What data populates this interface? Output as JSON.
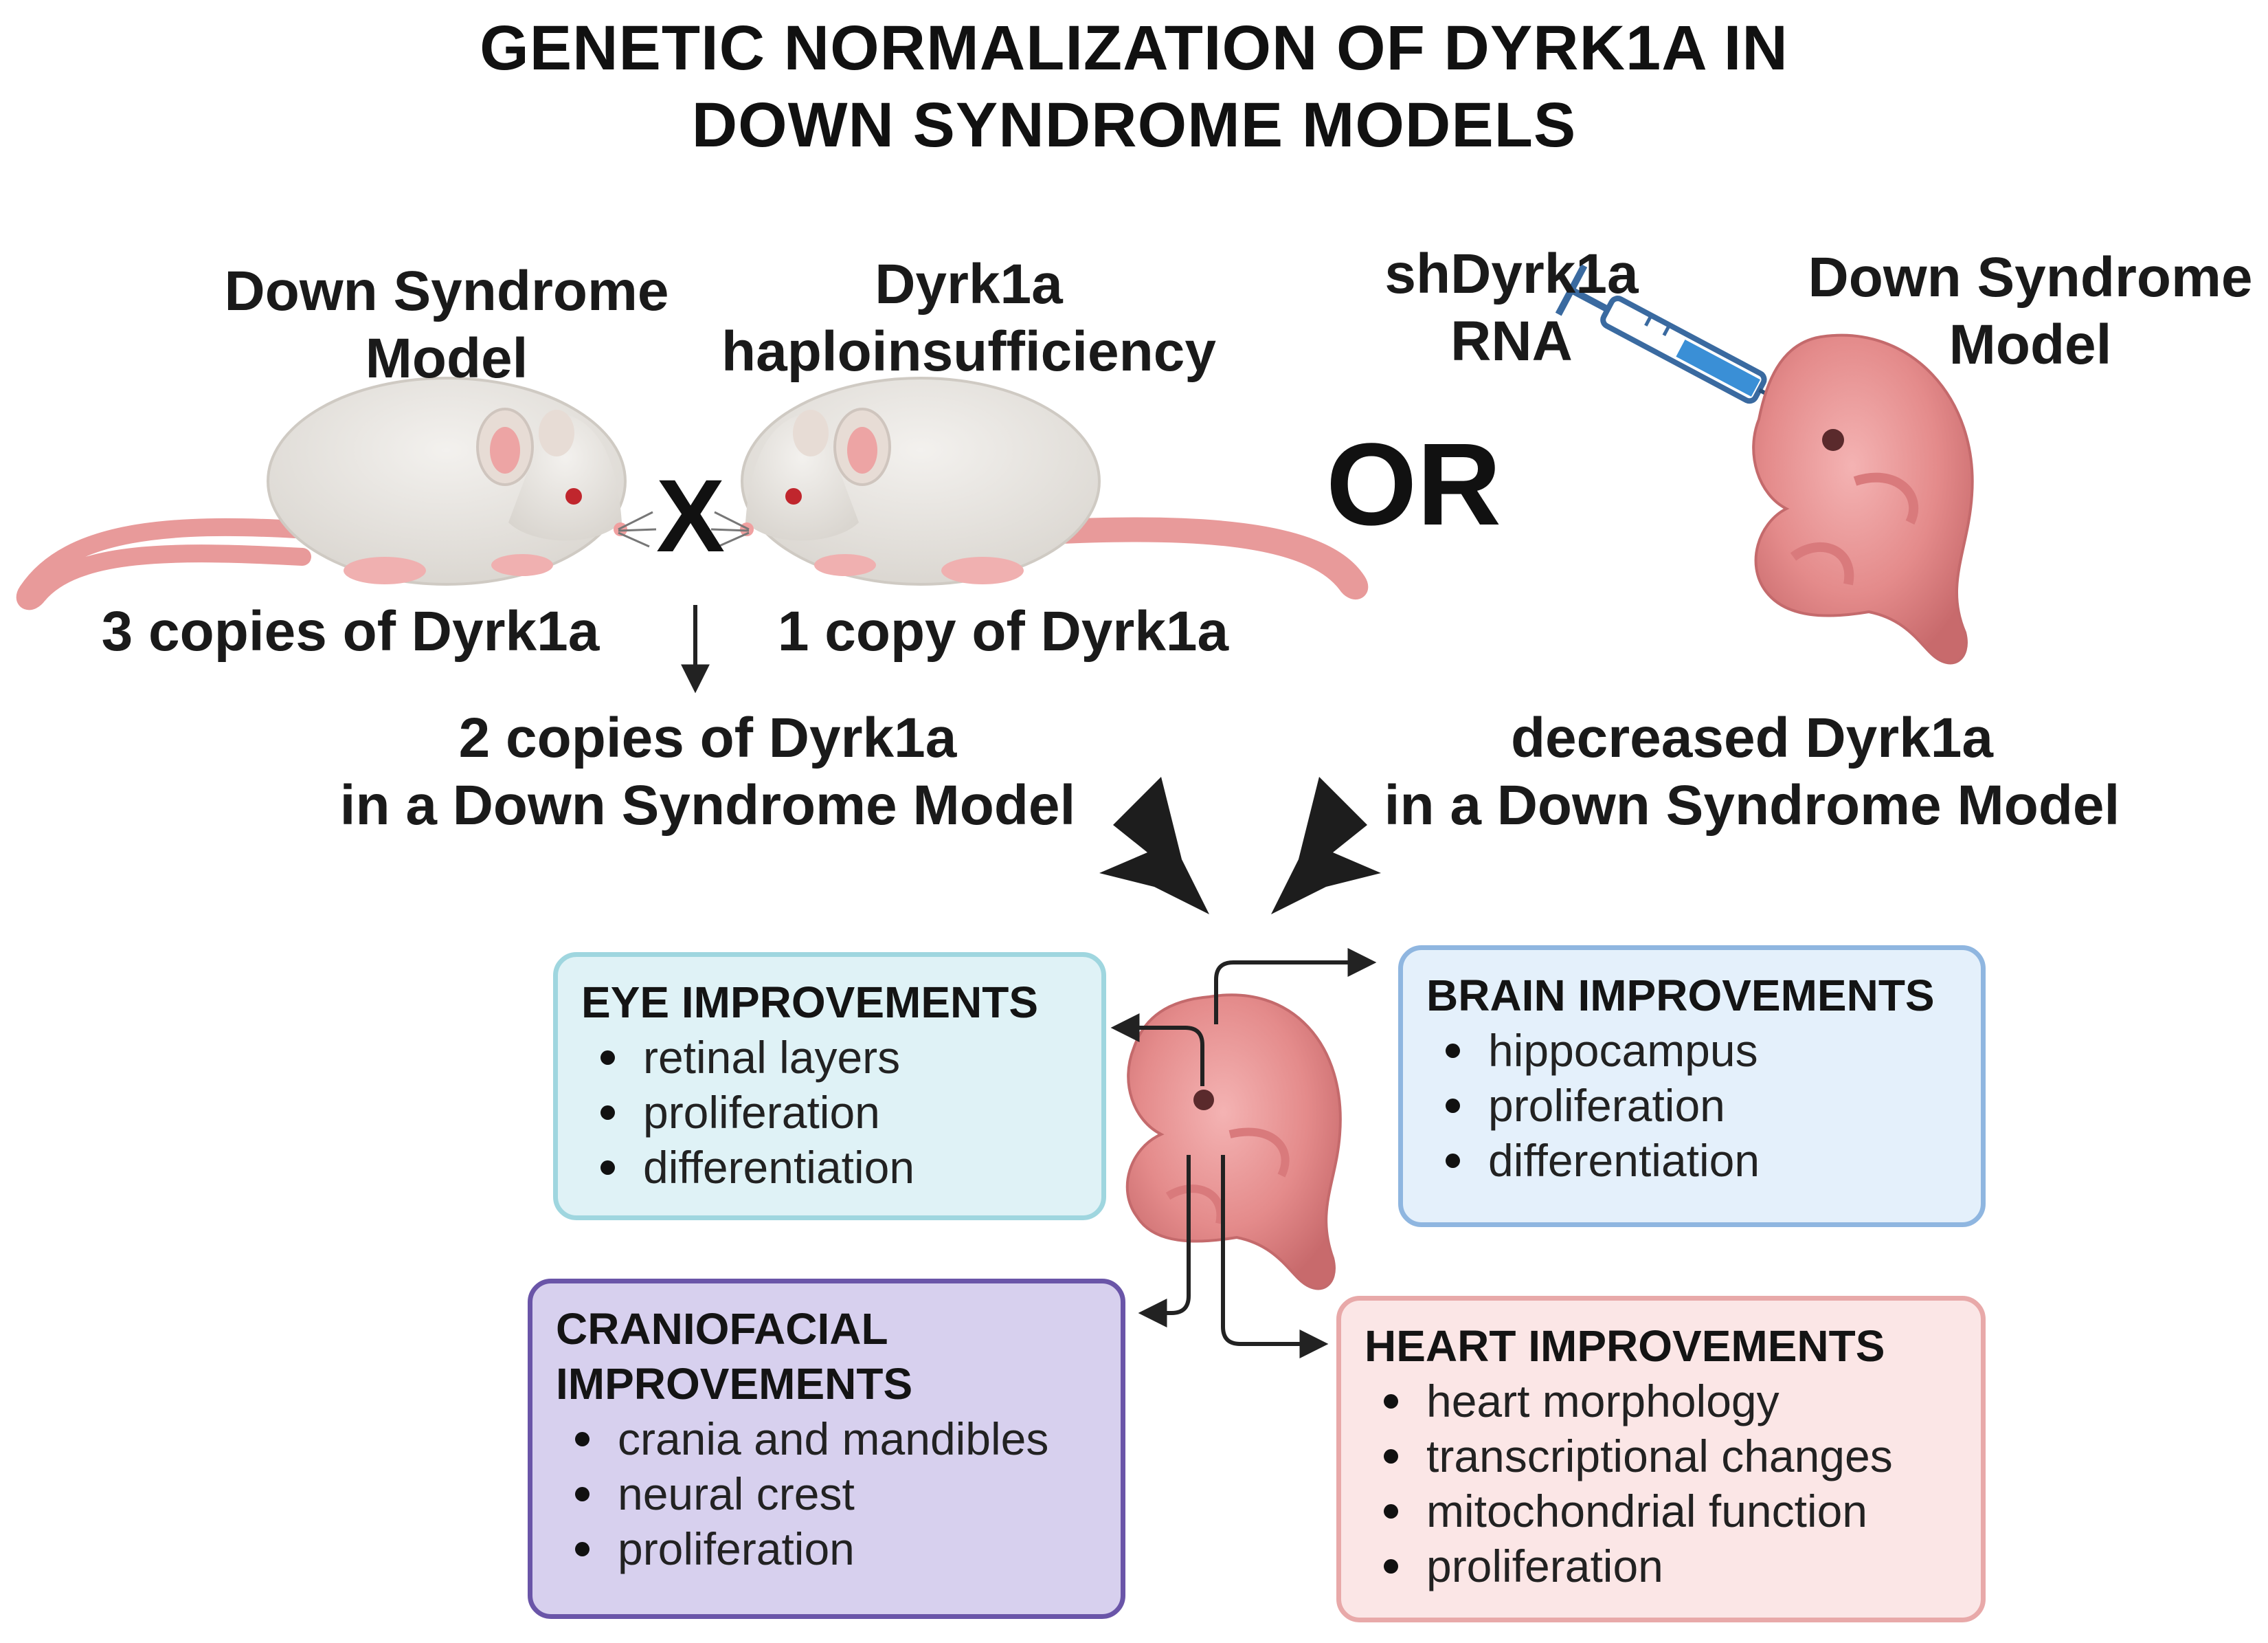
{
  "title": {
    "line1": "GENETIC NORMALIZATION OF DYRK1A IN",
    "line2": "DOWN SYNDROME MODELS"
  },
  "left_mouse": {
    "label_line1": "Down Syndrome",
    "label_line2": "Model",
    "copies": "3 copies of Dyrk1a"
  },
  "right_mouse": {
    "label_line1": "Dyrk1a",
    "label_line2": "haploinsufficiency",
    "copies": "1 copy of Dyrk1a"
  },
  "cross_symbol": "X",
  "or_text": "OR",
  "injection": {
    "label_line1": "shDyrk1a",
    "label_line2": "RNA"
  },
  "embryo_model": {
    "label_line1": "Down Syndrome",
    "label_line2": "Model"
  },
  "result_left": {
    "line1": "2 copies of Dyrk1a",
    "line2": "in a Down Syndrome Model"
  },
  "result_right": {
    "line1": "decreased Dyrk1a",
    "line2": "in a Down Syndrome Model"
  },
  "boxes": {
    "eye": {
      "title": "EYE IMPROVEMENTS",
      "items": [
        "retinal layers",
        "proliferation",
        "differentiation"
      ],
      "color": "#dff2f6",
      "border": "#9fd6df"
    },
    "brain": {
      "title": "BRAIN IMPROVEMENTS",
      "items": [
        "hippocampus",
        "proliferation",
        "differentiation"
      ],
      "color": "#e4f0fb",
      "border": "#8fb6e0"
    },
    "craniofacial": {
      "title_line1": "CRANIOFACIAL",
      "title_line2": "IMPROVEMENTS",
      "items": [
        "crania and mandibles",
        "neural crest",
        "proliferation"
      ],
      "color": "#d7d0ee",
      "border": "#6a55a8"
    },
    "heart": {
      "title": "HEART IMPROVEMENTS",
      "items": [
        "heart morphology",
        "transcriptional changes",
        "mitochondrial function",
        "proliferation"
      ],
      "color": "#fbe6e6",
      "border": "#e8a9a9"
    }
  },
  "icons": [
    "mouse-icon",
    "syringe-icon",
    "embryo-icon"
  ]
}
